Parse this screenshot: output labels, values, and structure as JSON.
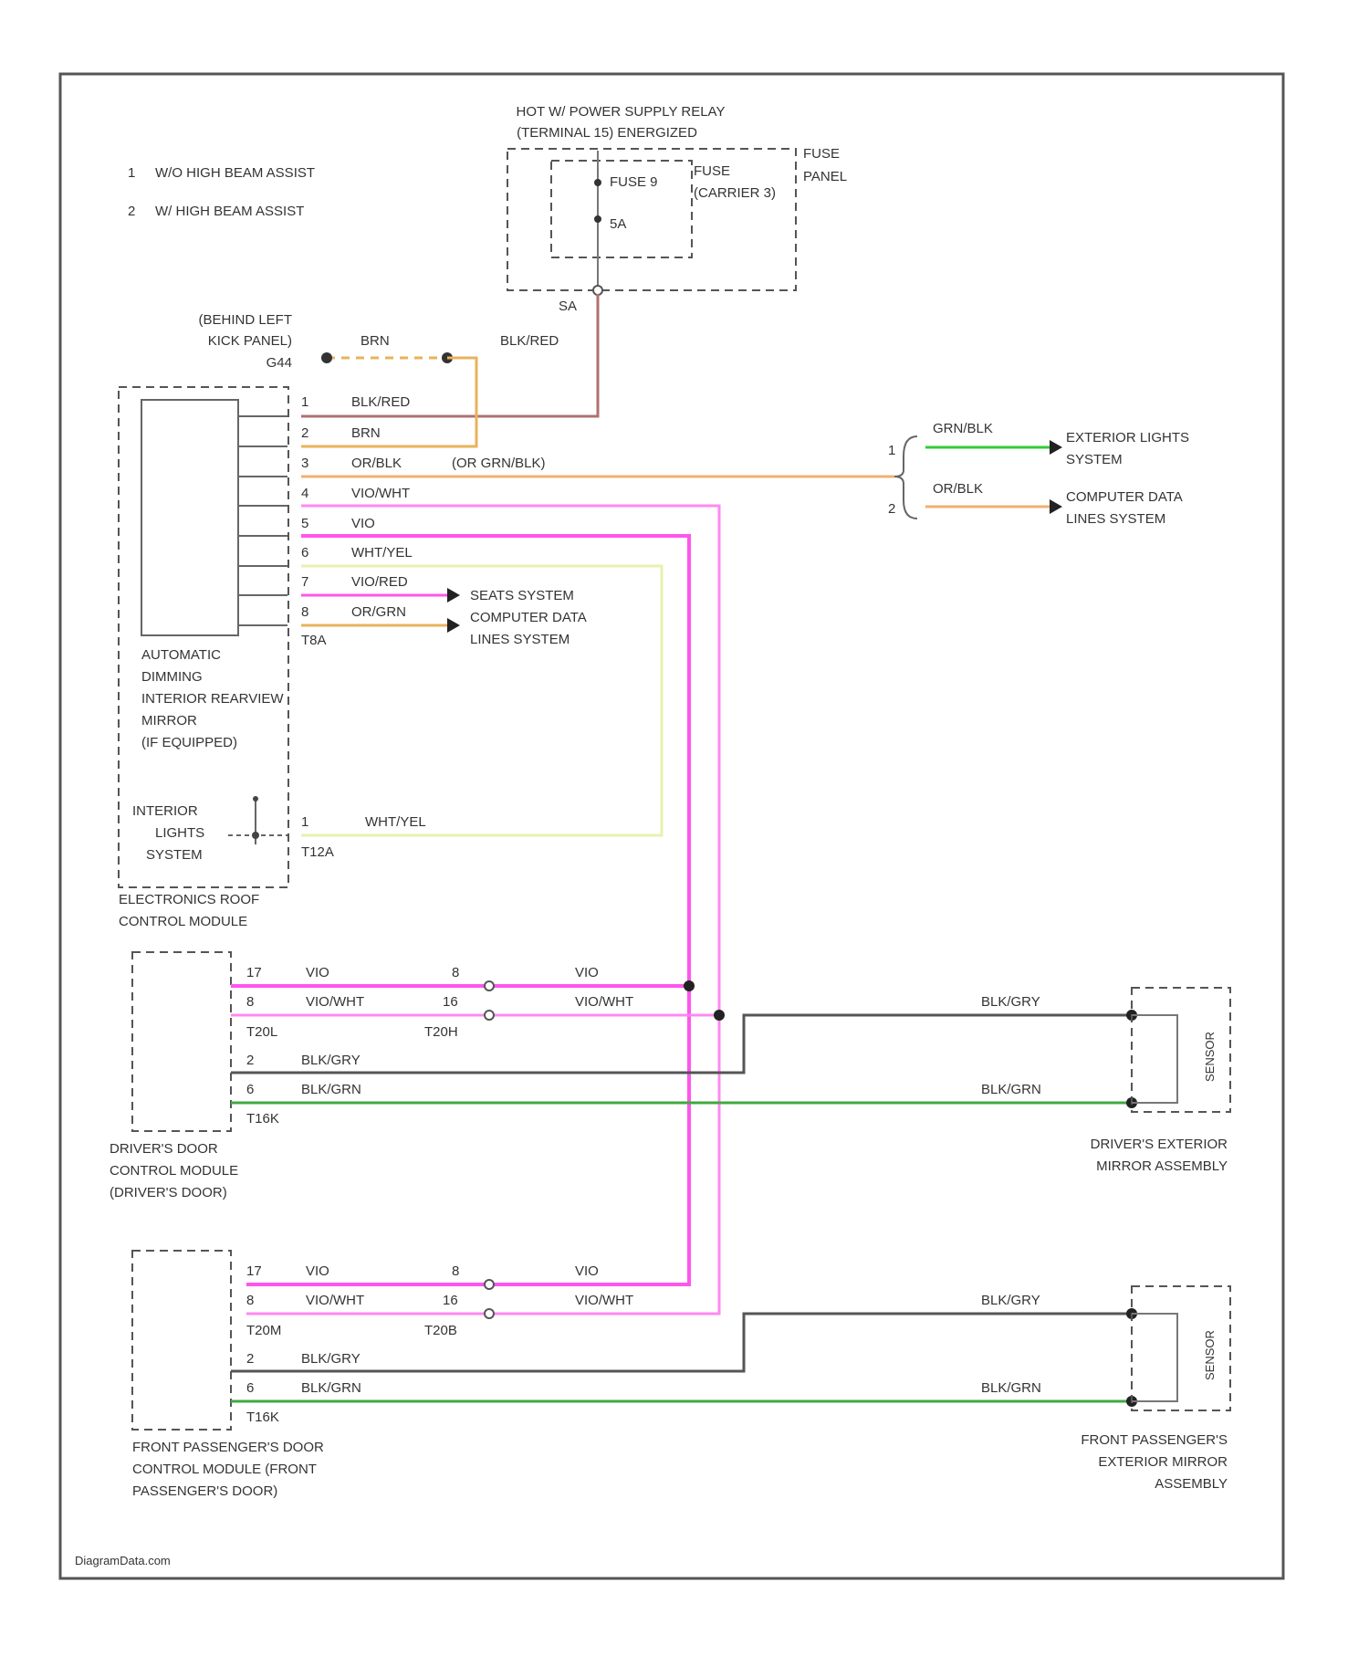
{
  "notes": [
    {
      "num": "1",
      "text": "W/O HIGH BEAM ASSIST"
    },
    {
      "num": "2",
      "text": "W/ HIGH BEAM ASSIST"
    }
  ],
  "relay": {
    "line1": "HOT W/ POWER SUPPLY RELAY",
    "line2": "(TERMINAL 15) ENERGIZED"
  },
  "fuse_panel": {
    "label_line1": "FUSE",
    "label_line2": "PANEL",
    "carrier_line1": "FUSE",
    "carrier_line2": "(CARRIER 3)",
    "fuse_name": "FUSE 9",
    "fuse_rating": "5A",
    "terminal": "SA"
  },
  "ground": {
    "line1": "(BEHIND LEFT",
    "line2": "KICK PANEL)",
    "line3": "G44",
    "wire": "BRN"
  },
  "top_wire": "BLK/RED",
  "mirror": {
    "line1": "AUTOMATIC",
    "line2": "DIMMING",
    "line3": "INTERIOR REARVIEW",
    "line4": "MIRROR",
    "line5": "(IF EQUIPPED)",
    "connector": "T8A",
    "pins": [
      {
        "pin": "1",
        "wire": "BLK/RED"
      },
      {
        "pin": "2",
        "wire": "BRN"
      },
      {
        "pin": "3",
        "wire": "OR/BLK",
        "extra": "(OR GRN/BLK)"
      },
      {
        "pin": "4",
        "wire": "VIO/WHT"
      },
      {
        "pin": "5",
        "wire": "VIO"
      },
      {
        "pin": "6",
        "wire": "WHT/YEL"
      },
      {
        "pin": "7",
        "wire": "VIO/RED"
      },
      {
        "pin": "8",
        "wire": "OR/GRN"
      }
    ]
  },
  "right_branch": {
    "n1": "1",
    "n2": "2",
    "w1": "GRN/BLK",
    "w2": "OR/BLK",
    "dest1_line1": "EXTERIOR LIGHTS",
    "dest1_line2": "SYSTEM",
    "dest2_line1": "COMPUTER DATA",
    "dest2_line2": "LINES SYSTEM"
  },
  "mid_dest": {
    "line1": "SEATS SYSTEM",
    "line2": "COMPUTER DATA",
    "line3": "LINES SYSTEM"
  },
  "roof": {
    "interior_line1": "INTERIOR",
    "interior_line2": "LIGHTS",
    "interior_line3": "SYSTEM",
    "pin": "1",
    "wire": "WHT/YEL",
    "connector": "T12A",
    "label_line1": "ELECTRONICS ROOF",
    "label_line2": "CONTROL MODULE"
  },
  "driver_door": {
    "rows": [
      {
        "pin": "17",
        "wire": "VIO",
        "rpin": "8",
        "rwire": "VIO"
      },
      {
        "pin": "8",
        "wire": "VIO/WHT",
        "rpin": "16",
        "rwire": "VIO/WHT"
      }
    ],
    "conn_left": "T20L",
    "conn_right": "T20H",
    "rows2": [
      {
        "pin": "2",
        "wire": "BLK/GRY"
      },
      {
        "pin": "6",
        "wire": "BLK/GRN"
      }
    ],
    "conn2": "T16K",
    "right_wires": [
      "BLK/GRY",
      "BLK/GRN"
    ],
    "label_line1": "DRIVER'S DOOR",
    "label_line2": "CONTROL MODULE",
    "label_line3": "(DRIVER'S DOOR)",
    "mirror_line1": "DRIVER'S EXTERIOR",
    "mirror_line2": "MIRROR ASSEMBLY",
    "sensor": "SENSOR"
  },
  "pass_door": {
    "rows": [
      {
        "pin": "17",
        "wire": "VIO",
        "rpin": "8",
        "rwire": "VIO"
      },
      {
        "pin": "8",
        "wire": "VIO/WHT",
        "rpin": "16",
        "rwire": "VIO/WHT"
      }
    ],
    "conn_left": "T20M",
    "conn_right": "T20B",
    "rows2": [
      {
        "pin": "2",
        "wire": "BLK/GRY"
      },
      {
        "pin": "6",
        "wire": "BLK/GRN"
      }
    ],
    "conn2": "T16K",
    "right_wires": [
      "BLK/GRY",
      "BLK/GRN"
    ],
    "label_line1": "FRONT PASSENGER'S DOOR",
    "label_line2": "CONTROL MODULE (FRONT",
    "label_line3": "PASSENGER'S DOOR)",
    "mirror_line1": "FRONT PASSENGER'S",
    "mirror_line2": "EXTERIOR MIRROR",
    "mirror_line3": "ASSEMBLY",
    "sensor": "SENSOR"
  },
  "footer": "DiagramData.com",
  "colors": {
    "blk_red": "#b07070",
    "brn": "#e8b35a",
    "or_blk": "#f0b070",
    "vio": "#ff55ee",
    "vio_wht": "#ff88f2",
    "wht_yel": "#e8f0b0",
    "grn": "#33cc33",
    "blk_gry": "#555555",
    "blk_grn": "#3faa3f"
  }
}
